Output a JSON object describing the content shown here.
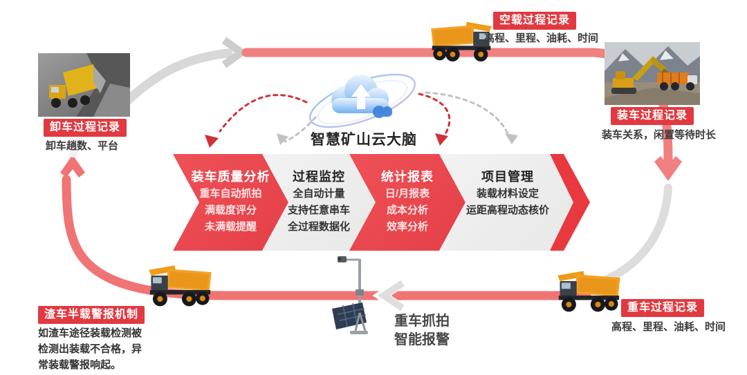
{
  "hub": {
    "title": "智慧矿山云大脑",
    "icon": "cloud-upload-icon"
  },
  "stations": {
    "unload": {
      "label": "卸车过程记录",
      "desc": "卸车趟数、平台"
    },
    "empty_run": {
      "label": "空载过程记录",
      "desc": "高程、里程、油耗、时间"
    },
    "loading": {
      "label": "装车过程记录",
      "desc": "装车关系，闲置等待时长"
    },
    "heavy_run": {
      "label": "重车过程记录",
      "desc": "高程、里程、油耗、时间"
    },
    "capture": {
      "line1": "重车抓拍",
      "line2": "智能报警"
    },
    "half_load_alarm": {
      "label": "渣车半载警报机制",
      "line1": "如渣车途径装载检测被",
      "line2": "检测出装载不合格，异",
      "line3": "常装载警报响起。"
    }
  },
  "chevrons": [
    {
      "variant": "red",
      "title": "装车质量分析",
      "items": [
        "重车自动抓拍",
        "满载度评分",
        "未满载提醒"
      ]
    },
    {
      "variant": "light",
      "title": "过程监控",
      "items": [
        "全自动计量",
        "支持任意串车",
        "全过程数据化"
      ]
    },
    {
      "variant": "red",
      "title": "统计报表",
      "items": [
        "日/月报表",
        "成本分析",
        "效率分析"
      ]
    },
    {
      "variant": "light",
      "title": "项目管理",
      "items": [
        "装载材料设定",
        "运距高程动态核价"
      ]
    }
  ],
  "colors": {
    "tag_red": "#e23940",
    "chevron_red": "#e8474d",
    "chevron_gray": "#ececec",
    "band_red": "#f17f7f",
    "band_gray": "#dcdcdc",
    "dashed_red": "#cf3238",
    "dashed_gray": "#c2c2c2",
    "cloud_blue": "#74b0f2"
  }
}
